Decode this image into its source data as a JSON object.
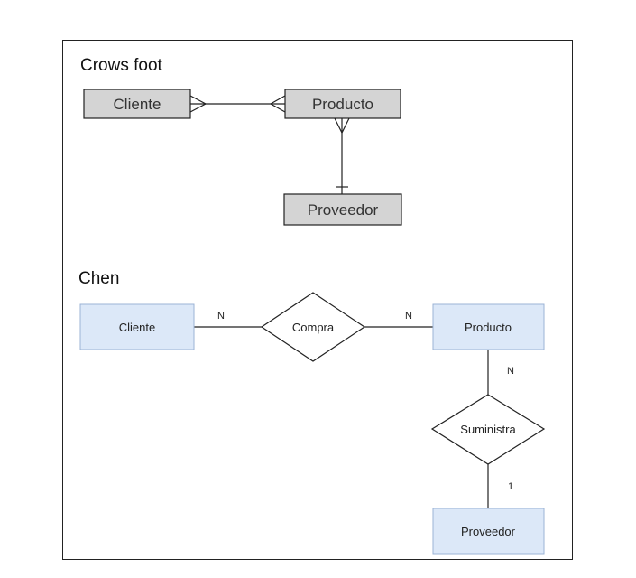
{
  "crows_foot": {
    "title": "Crows foot",
    "entities": {
      "cliente": "Cliente",
      "producto": "Producto",
      "proveedor": "Proveedor"
    }
  },
  "chen": {
    "title": "Chen",
    "entities": {
      "cliente": "Cliente",
      "producto": "Producto",
      "proveedor": "Proveedor"
    },
    "relationships": {
      "compra": "Compra",
      "suministra": "Suministra"
    },
    "cardinalities": {
      "cliente_compra": "N",
      "compra_producto": "N",
      "producto_suministra": "N",
      "suministra_proveedor": "1"
    }
  },
  "colors": {
    "crows_foot_entity_fill": "#d4d4d4",
    "chen_entity_fill": "#dce8f8",
    "chen_entity_border": "#9bb3d6"
  }
}
